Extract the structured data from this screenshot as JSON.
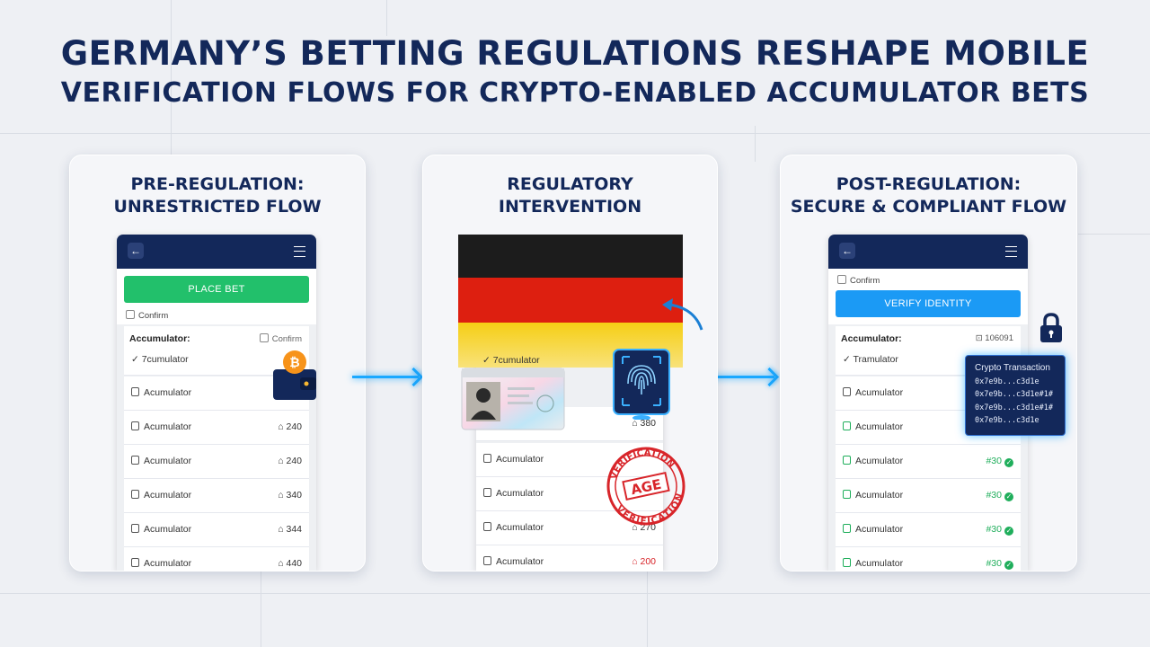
{
  "title_line1": "GERMANY’S BETTING REGULATIONS RESHAPE MOBILE",
  "title_line2": "VERIFICATION FLOWS FOR CRYPTO-ENABLED ACCUMULATOR BETS",
  "panel1": {
    "title1": "PRE-REGULATION:",
    "title2": "UNRESTRICTED FLOW",
    "place_bet": "PLACE BET",
    "confirm": "Confirm",
    "accumulator_header": "Accumulator:",
    "confirm2": "Confirm",
    "first_item": "✓ 7cumulator",
    "rows": [
      {
        "label": "Acumulator",
        "value": ""
      },
      {
        "label": "Acumulator",
        "value": "⌂ 240"
      },
      {
        "label": "Acumulator",
        "value": "⌂ 240"
      },
      {
        "label": "Acumulator",
        "value": "⌂ 340"
      },
      {
        "label": "Acumulator",
        "value": "⌂ 344"
      },
      {
        "label": "Acumulator",
        "value": "⌂ 440"
      }
    ]
  },
  "panel2": {
    "title1": "REGULATORY",
    "title2": "INTERVENTION",
    "first_item": "✓ 7cumulator",
    "rows": [
      {
        "label": "",
        "value": "⌂ 380"
      },
      {
        "label": "Acumulator",
        "value": ""
      },
      {
        "label": "Acumulator",
        "value": ""
      },
      {
        "label": "Acumulator",
        "value": "⌂ 270"
      },
      {
        "label": "Acumulator",
        "value": "⌂ 200"
      }
    ],
    "stamp_top": "VERIFICATION",
    "stamp_mid": "AGE",
    "stamp_bottom": "VERIFICATION"
  },
  "panel3": {
    "title1": "POST-REGULATION:",
    "title2": "SECURE & COMPLIANT FLOW",
    "confirm": "Confirm",
    "verify": "VERIFY IDENTITY",
    "accumulator_header": "Accumulator:",
    "code": "⊡ 106091",
    "first_item": "✓ Tramulator",
    "rows": [
      {
        "label": "Acumulator",
        "value": ""
      },
      {
        "label": "Acumulator",
        "value": ""
      },
      {
        "label": "Acumulator",
        "value": "#30"
      },
      {
        "label": "Acumulator",
        "value": "#30"
      },
      {
        "label": "Acumulator",
        "value": "#30"
      },
      {
        "label": "Acumulator",
        "value": "#30"
      }
    ],
    "crypto_title": "Crypto Transaction",
    "crypto_lines": [
      "0x7e9b...c3d1e",
      "0x7e9b...c3d1e#1#",
      "0x7e9b...c3d1e#1#",
      "0x7e9b...c3d1e"
    ]
  },
  "colors": {
    "navy": "#13285a",
    "green": "#22c06b",
    "blue": "#1b9af5",
    "accent": "#1aa8ff",
    "flag_black": "#1c1c1c",
    "flag_red": "#dd1f10",
    "flag_gold": "#f6ce15",
    "stamp_red": "#d8252a"
  },
  "icons": [
    "back-arrow-icon",
    "menu-icon",
    "wallet-icon",
    "bitcoin-icon",
    "fingerprint-icon",
    "id-card-icon",
    "lock-icon",
    "checkbox-icon",
    "check-circle-icon"
  ]
}
